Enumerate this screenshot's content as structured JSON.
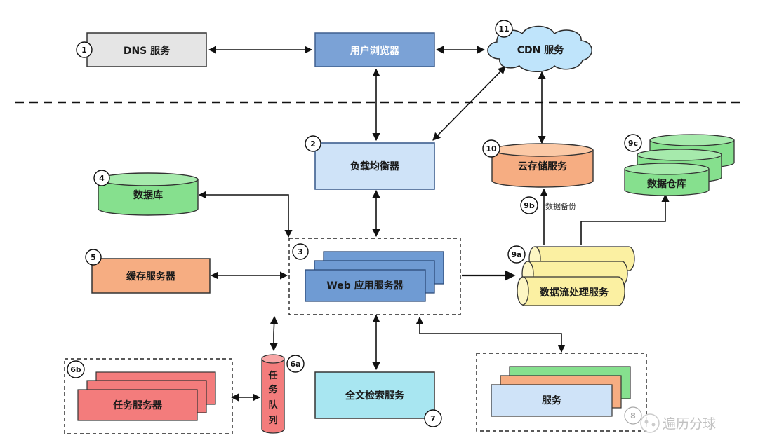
{
  "nodes": {
    "dns": "DNS 服务",
    "browser": "用户浏览器",
    "cdn": "CDN 服务",
    "load_balancer": "负载均衡器",
    "cloud_storage": "云存储服务",
    "data_warehouse": "数据仓库",
    "database": "数据库",
    "cache": "缓存服务器",
    "web_server": "Web 应用服务器",
    "stream": "数据流处理服务",
    "task_queue": [
      "任",
      "务",
      "队",
      "列"
    ],
    "task_server": "任务服务器",
    "fulltext": "全文检索服务",
    "services": "服务"
  },
  "badges": {
    "dns": "1",
    "lb": "2",
    "web": "3",
    "db": "4",
    "cache": "5",
    "queue": "6a",
    "task": "6b",
    "fulltext": "7",
    "stream": "9a",
    "backup": "9b",
    "warehouse": "9c",
    "cloud": "10",
    "cdn": "11",
    "services": "8"
  },
  "edge_labels": {
    "backup": "数据备份"
  },
  "watermark": "遍历分球"
}
